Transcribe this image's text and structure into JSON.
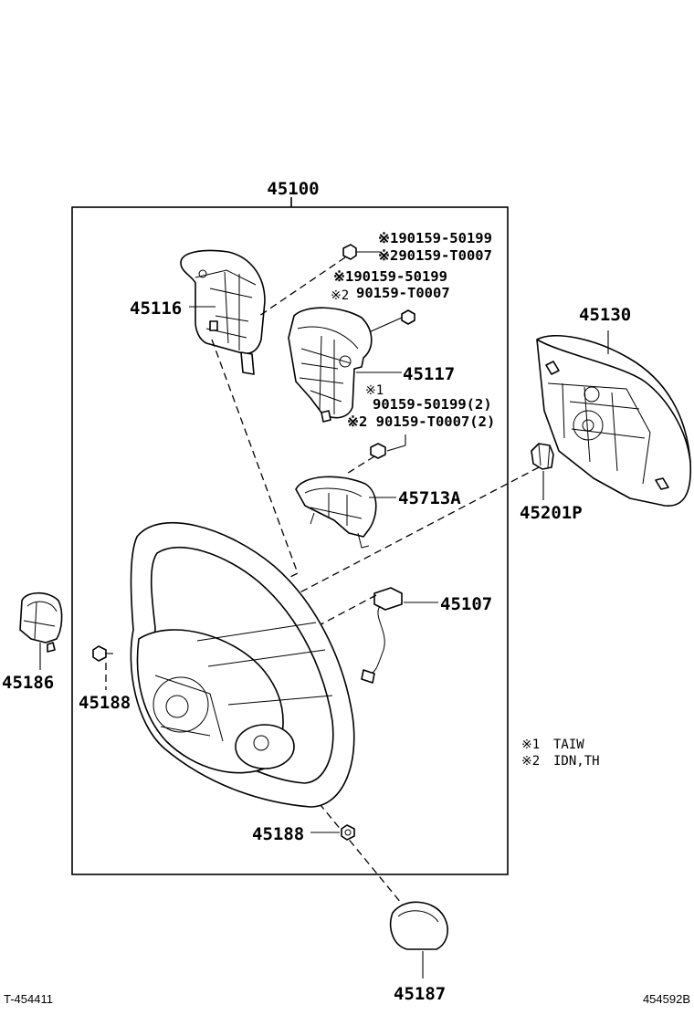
{
  "diagram": {
    "assembly_number": "45100",
    "parts": {
      "p45116": "45116",
      "p45117": "45117",
      "p45713A": "45713A",
      "p45107": "45107",
      "p45130": "45130",
      "p45201P": "45201P",
      "p45186": "45186",
      "p45188_left": "45188",
      "p45188_bottom": "45188",
      "p45187": "45187"
    },
    "screw_refs": {
      "top_1": "※190159-50199",
      "top_2": "※290159-T0007",
      "mid_1": "※190159-50199",
      "mid_2_mark": "※2",
      "mid_2_num": "90159-T0007",
      "low_1_mark": "※1",
      "low_1_num": "90159-50199(2)",
      "low_2": "※2 90159-T0007(2)"
    },
    "legend": {
      "note_1_mark": "※1",
      "note_1_text": "TAIW",
      "note_2_mark": "※2",
      "note_2_text": "IDN,TH"
    },
    "footer": {
      "left_code": "T-454411",
      "right_code": "454592B"
    }
  }
}
